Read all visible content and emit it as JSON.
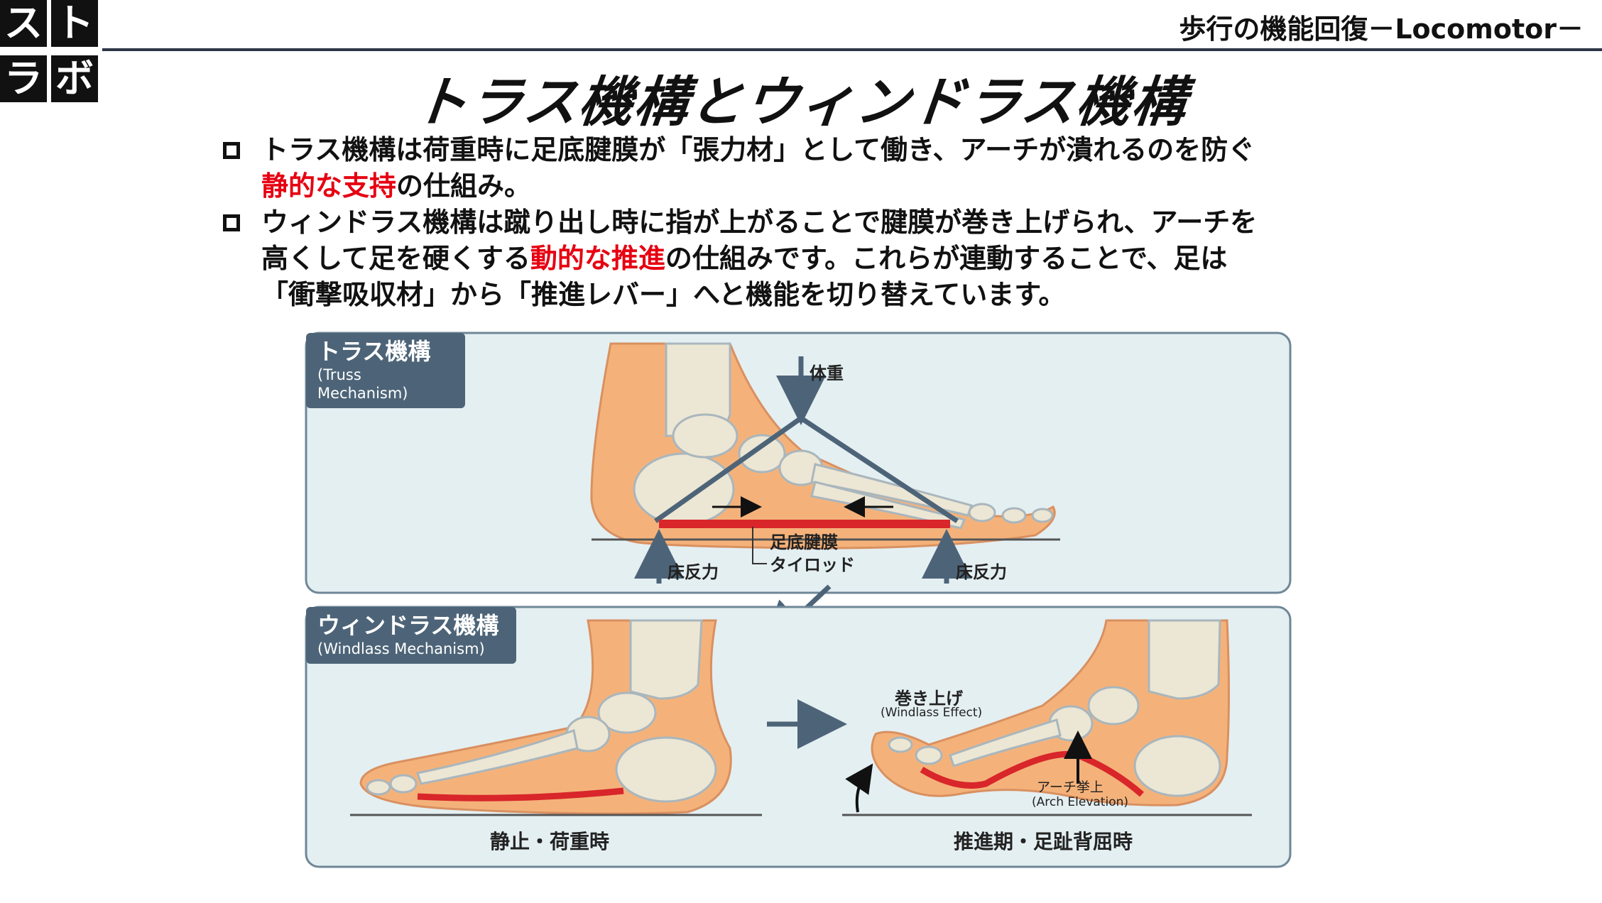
{
  "logo": {
    "chars": [
      "ス",
      "ト",
      "ラ",
      "ボ"
    ]
  },
  "header": {
    "subtitle": "歩行の機能回復－Locomotor－"
  },
  "title": "トラス機構とウィンドラス機構",
  "bullets": [
    {
      "line1": "トラス機構は荷重時に足底腱膜が「張力材」として働き、アーチが潰れるのを防ぐ",
      "line2_red": "静的な支持",
      "line2_rest": "の仕組み。"
    },
    {
      "line1": "ウィンドラス機構は蹴り出し時に指が上がることで腱膜が巻き上げられ、アーチを",
      "line2_pre": "高くして足を硬くする",
      "line2_red": "動的な推進",
      "line2_rest": "の仕組みです。これらが連動することで、足は",
      "line3": "「衝撃吸収材」から「推進レバー」へと機能を切り替えています。"
    }
  ],
  "figure": {
    "truss_panel": {
      "label_jp": "トラス機構",
      "label_en": "(Truss Mechanism)",
      "weight": "体重",
      "fascia": "足底腱膜",
      "tie_rod": "タイロッド",
      "floor_reaction_left": "床反力",
      "floor_reaction_right": "床反力"
    },
    "windlass_panel": {
      "label_jp": "ウィンドラス機構",
      "label_en": "(Windlass Mechanism)",
      "windup_jp": "巻き上げ",
      "windup_en": "(Windlass Effect)",
      "arch_jp": "アーチ挙上",
      "arch_en": "(Arch Elevation)",
      "caption_left": "静止・荷重時",
      "caption_right": "推進期・足趾背屈時"
    },
    "colors": {
      "panel_bg": "#e4eff2",
      "panel_border": "#6f8797",
      "label_bg": "#4d6478",
      "skin": "#f4b27a",
      "bone": "#ece6d4",
      "fascia": "#d8262a",
      "arrow": "#4d6478"
    }
  }
}
